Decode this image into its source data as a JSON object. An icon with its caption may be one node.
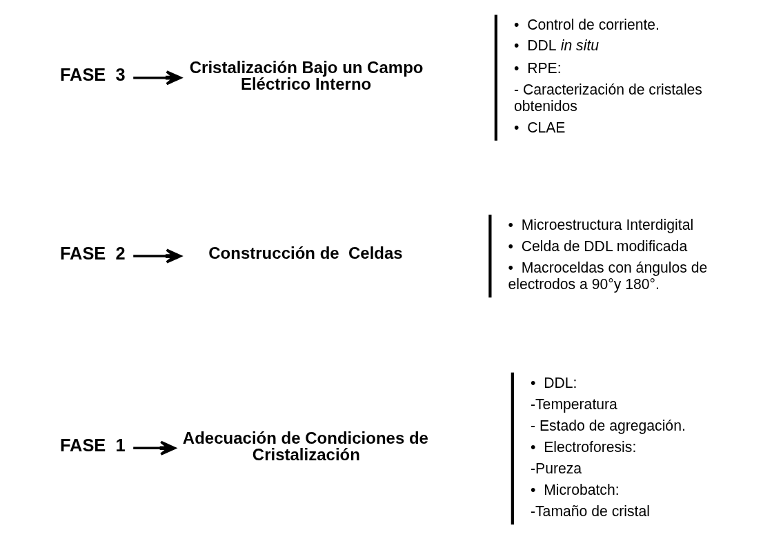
{
  "diagram": {
    "nodes": [
      {
        "text": [
          "FASE  1"
        ]
      },
      {
        "text": [
          "Adecuación de Condiciones de Cristalización"
        ]
      },
      {
        "text": [
          "•  DDL:",
          "-Temperatura",
          "- Estado de agregación.",
          "•  Electroforesis:",
          "-Pureza",
          "•  Microbatch:",
          "-Tamaño de cristal"
        ]
      },
      {
        "text": [
          "FASE  2"
        ]
      },
      {
        "text": [
          "Construcción de  Celdas"
        ]
      },
      {
        "text": [
          "•  Microestructura Interdigital",
          "•  Celda de DDL modificada",
          "•  Macroceldas con ángulos de electrodos a 90°y 180°."
        ]
      },
      {
        "text": [
          "FASE  3"
        ]
      },
      {
        "text": [
          "Cristalización Bajo un Campo Eléctrico Interno"
        ]
      },
      {
        "text": [
          "•  Control de corriente.",
          "•  DDL *in situ*",
          "•  RPE:",
          "- Caracterización de cristales obtenidos",
          "•  CLAE"
        ]
      }
    ],
    "edges": [
      {
        "from": 0,
        "to": 1,
        "arrow": "to"
      },
      {
        "from": 3,
        "to": 4,
        "arrow": "to"
      },
      {
        "from": 6,
        "to": 7,
        "arrow": "to"
      }
    ]
  }
}
